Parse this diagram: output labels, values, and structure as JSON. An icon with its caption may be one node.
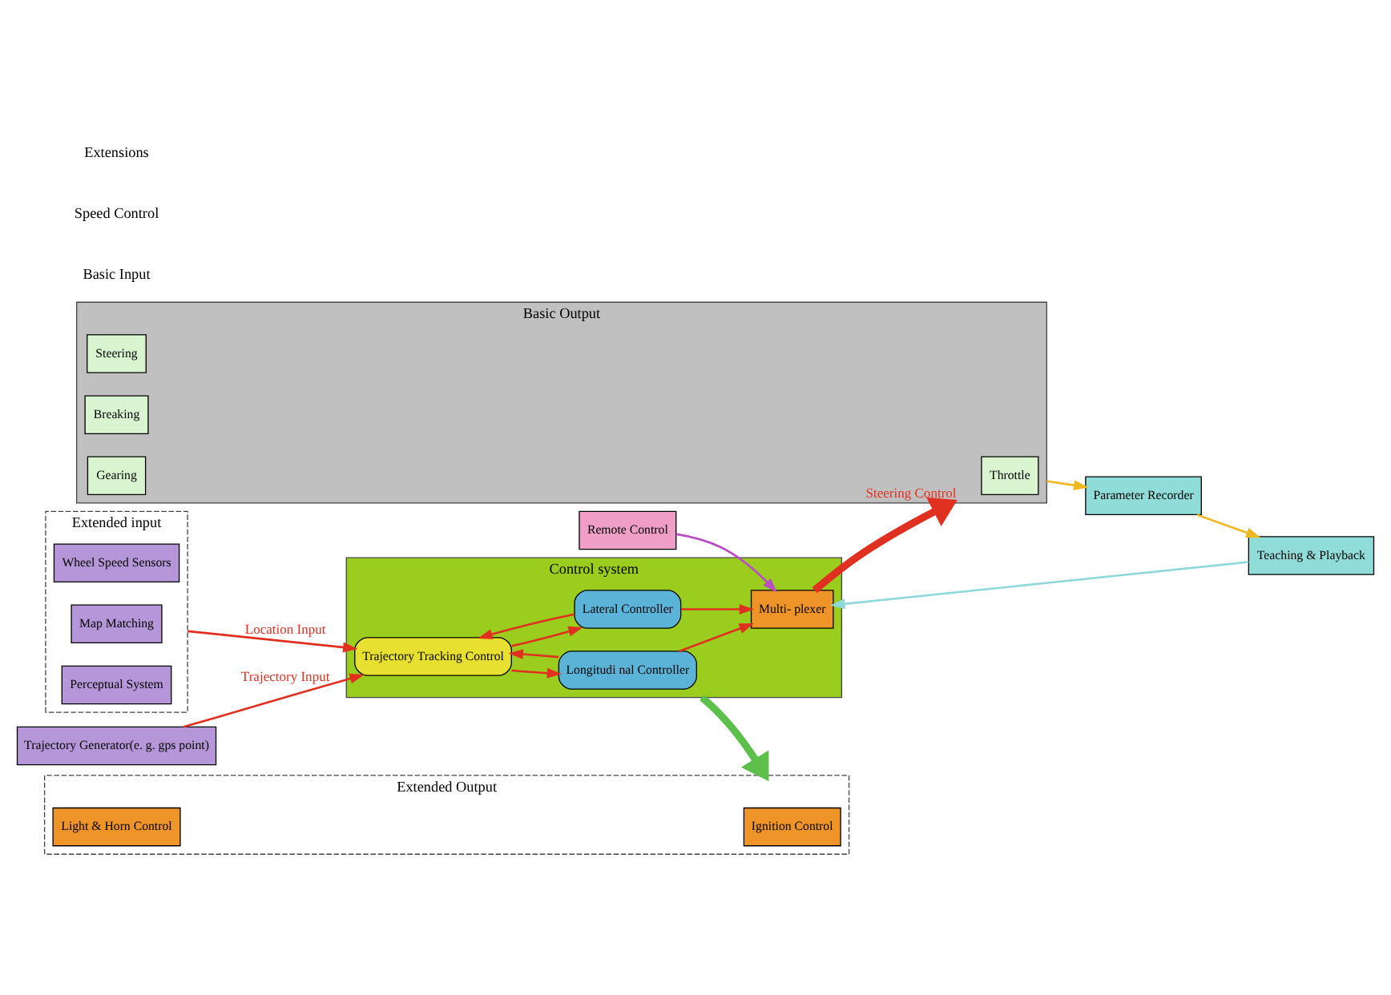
{
  "diagram": {
    "nodes": [
      {
        "text": [
          "Trajectory Generator(e. g. gps point)"
        ]
      },
      {
        "text": [
          "Extended input"
        ]
      },
      {
        "text": [
          "Wheel Speed Sensors"
        ],
        "in": 1
      },
      {
        "text": [
          "Map Matching"
        ],
        "in": 1
      },
      {
        "text": [
          "Perceptual System"
        ],
        "in": 1
      },
      {
        "text": [
          "Control system"
        ]
      },
      {
        "text": [
          "Trajectory Tracking Control"
        ],
        "in": 5
      },
      {
        "text": [
          "Lateral Controller"
        ],
        "in": 5
      },
      {
        "text": [
          "Longitudi nal Controller"
        ],
        "in": 5
      },
      {
        "text": [
          "Multi- plexer"
        ],
        "in": 5
      },
      {
        "text": [
          "Basic Output"
        ]
      },
      {
        "text": [
          "Steering"
        ],
        "in": 10
      },
      {
        "text": [
          "Breaking"
        ],
        "in": 10
      },
      {
        "text": [
          "Throttle"
        ],
        "in": 10
      },
      {
        "text": [
          "Gearing"
        ],
        "in": 10
      },
      {
        "text": [
          "Extended Output"
        ]
      },
      {
        "text": [
          "Light & Horn Control"
        ],
        "in": 15
      },
      {
        "text": [
          "Ignition Control"
        ],
        "in": 15
      },
      {
        "text": [
          "Remote Control"
        ]
      },
      {
        "text": [
          "Teaching & Playback"
        ]
      },
      {
        "text": [
          "Parameter Recorder"
        ]
      }
    ],
    "edges": [
      {
        "from": 0,
        "to": 6,
        "arrow": "to",
        "label": "Trajectory Input"
      },
      {
        "from": 1,
        "to": 6,
        "arrow": "to",
        "label": "Location Input"
      },
      {
        "from": 6,
        "to": 7,
        "arrow": "to"
      },
      {
        "from": 7,
        "to": 6,
        "arrow": "to"
      },
      {
        "from": 8,
        "to": 6,
        "arrow": "to"
      },
      {
        "from": 6,
        "to": 8,
        "arrow": "to"
      },
      {
        "from": 7,
        "to": 9,
        "arrow": "to"
      },
      {
        "from": 8,
        "to": 9,
        "arrow": "to"
      },
      {
        "from": 9,
        "to": 10,
        "arrow": "to",
        "label": "Steering Control",
        "style": "thick"
      },
      {
        "from": 5,
        "to": 15,
        "arrow": "to",
        "style": "thick",
        "color": "#5cc04a"
      },
      {
        "from": 18,
        "to": 9,
        "arrow": "to",
        "color": "#b84fc0"
      },
      {
        "from": 19,
        "to": 9,
        "arrow": "to",
        "color": "#8fd8dc"
      },
      {
        "from": 10,
        "to": 20,
        "arrow": "to",
        "color": "#f0b820"
      },
      {
        "from": 20,
        "to": 19,
        "arrow": "to",
        "color": "#f0b820"
      }
    ],
    "labels": [
      "Basic Input",
      "Speed Control",
      "Extensions"
    ]
  }
}
